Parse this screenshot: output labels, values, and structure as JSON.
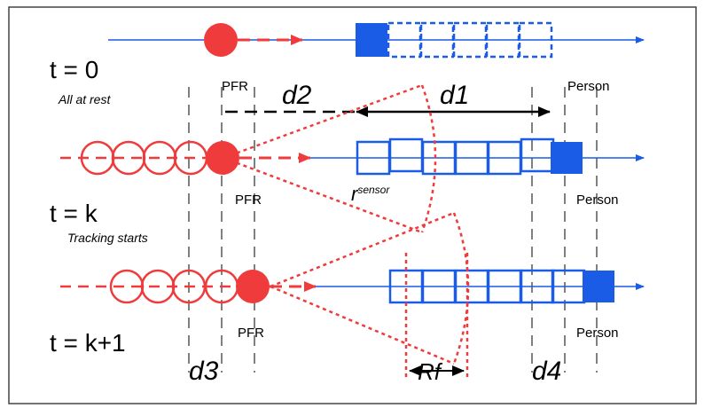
{
  "rows": [
    {
      "time_label": "t = 0",
      "caption": "All at rest",
      "pfr_label": "PFR",
      "person_label": "Person"
    },
    {
      "time_label": "t = k",
      "caption": "Tracking starts",
      "pfr_label": "PFR",
      "person_label": "Person"
    },
    {
      "time_label": "t = k+1",
      "caption": "",
      "pfr_label": "PFR",
      "person_label": "Person"
    }
  ],
  "distances": {
    "d1": "d1",
    "d2": "d2",
    "d3": "d3",
    "d4": "d4",
    "rf": "Rf"
  },
  "sensor_label": {
    "base": "r",
    "superscript": "sensor"
  },
  "colors": {
    "robot_red": "#ef3b3b",
    "person_blue": "#1a5ce6",
    "frame": "#444444",
    "guide": "#000000"
  }
}
